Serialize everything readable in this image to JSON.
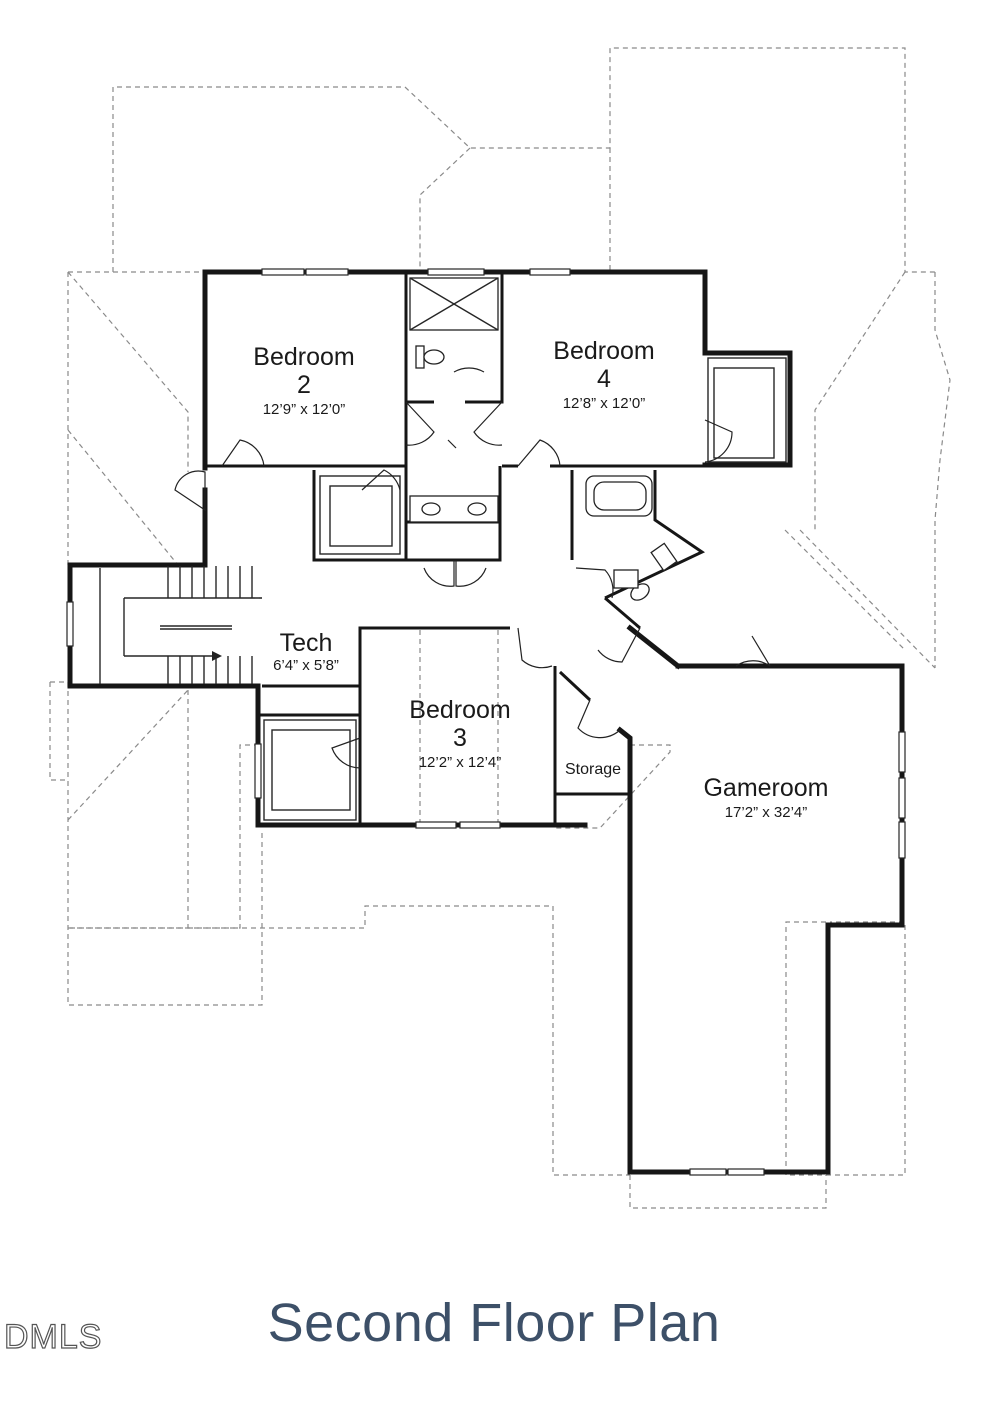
{
  "title": "Second Floor Plan",
  "watermark": "DMLS",
  "rooms": {
    "bedroom2": {
      "name": "Bedroom",
      "number": "2",
      "dims": "12’9” x 12’0”"
    },
    "bedroom4": {
      "name": "Bedroom",
      "number": "4",
      "dims": "12’8” x 12’0”"
    },
    "bedroom3": {
      "name": "Bedroom",
      "number": "3",
      "dims": "12’2” x 12’4”"
    },
    "tech": {
      "name": "Tech",
      "dims": "6’4” x 5’8”"
    },
    "storage": {
      "name": "Storage"
    },
    "gameroom": {
      "name": "Gameroom",
      "dims": "17’2” x 32’4”"
    }
  },
  "colors": {
    "title": "#3d5068",
    "walls": "#161616",
    "roof_lines": "#8a8a8a"
  }
}
